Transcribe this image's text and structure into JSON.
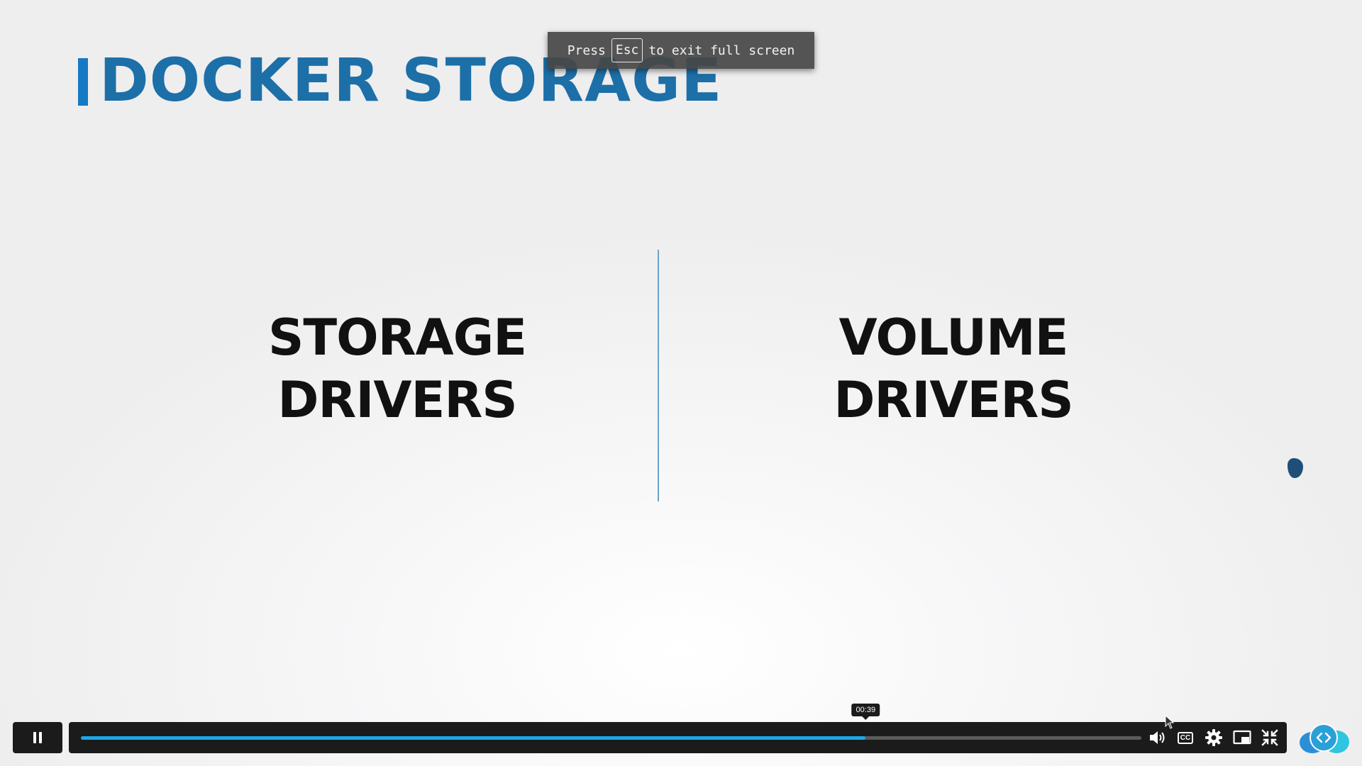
{
  "slide": {
    "title": "DOCKER STORAGE",
    "left_heading": [
      "STORAGE",
      "DRIVERS"
    ],
    "right_heading": [
      "VOLUME",
      "DRIVERS"
    ]
  },
  "fullscreen_notice": {
    "before": "Press",
    "key": "Esc",
    "after": "to exit full screen"
  },
  "player": {
    "hover_time": "00:39",
    "progress_fraction": 0.74,
    "captions_label": "CC",
    "colors": {
      "accent": "#1ea7e8",
      "title": "#1d6fa8",
      "bar": "#1b1b1b"
    },
    "icons": {
      "pause": "pause-icon",
      "volume": "volume-icon",
      "captions": "closed-captions-icon",
      "settings": "gear-icon",
      "pip": "picture-in-picture-icon",
      "exit_fullscreen": "exit-fullscreen-icon",
      "widget": "code-brackets-icon"
    }
  }
}
